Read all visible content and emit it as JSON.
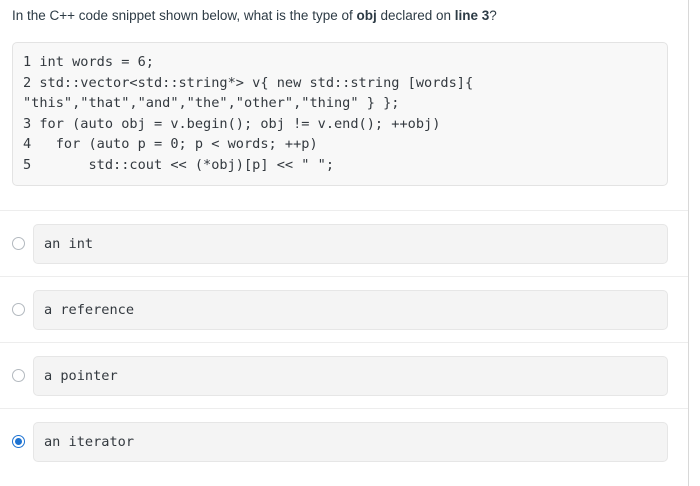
{
  "question": {
    "text_before_obj": "In the C++ code snippet shown below, what is the type of ",
    "emphasis_obj": "obj",
    "text_middle": " declared on ",
    "emphasis_line": "line 3",
    "text_after": "?",
    "full_text": "In the C++ code snippet shown below, what is the type of obj declared on line 3?"
  },
  "code_snippet": {
    "language": "C++",
    "lines": [
      "1 int words = 6;",
      "2 std::vector<std::string*> v{ new std::string [words]{ \"this\",\"that\",\"and\",\"the\",\"other\",\"thing\" } };",
      "3 for (auto obj = v.begin(); obj != v.end(); ++obj)",
      "4   for (auto p = 0; p < words; ++p)",
      "5       std::cout << (*obj)[p] << \" \";"
    ],
    "text": "1 int words = 6;\n2 std::vector<std::string*> v{ new std::string [words]{ \"this\",\"that\",\"and\",\"the\",\"other\",\"thing\" } };\n3 for (auto obj = v.begin(); obj != v.end(); ++obj)\n4   for (auto p = 0; p < words; ++p)\n5       std::cout << (*obj)[p] << \" \";"
  },
  "answers": {
    "options": [
      {
        "label": "an int",
        "selected": false
      },
      {
        "label": "a reference",
        "selected": false
      },
      {
        "label": "a pointer",
        "selected": false
      },
      {
        "label": "an iterator",
        "selected": true
      }
    ]
  },
  "colors": {
    "accent_selected": "#1e73d2",
    "radio_border": "#b3b9bf",
    "code_background": "#f8f8f8",
    "code_border": "#e3e3e3",
    "answer_background": "#f4f4f4",
    "answer_border": "#e6e6e6",
    "separator": "#ededed",
    "text": "#2d3b45"
  }
}
